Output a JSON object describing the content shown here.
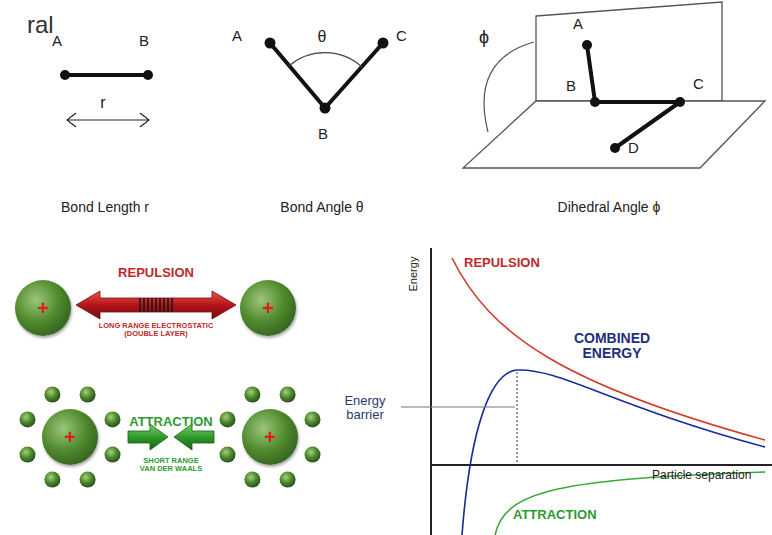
{
  "diagram": {
    "nodes": [
      {
        "text": [
          "+"
        ]
      },
      {
        "text": [
          "+"
        ]
      },
      {
        "text": [
          "+"
        ]
      },
      {
        "text": [
          "+"
        ]
      }
    ],
    "labels": [
      "ral",
      "A",
      "B",
      "r",
      "A",
      "θ",
      "C",
      "B",
      "A",
      "ϕ",
      "B",
      "C",
      "D",
      "Bond Length r",
      "Bond Angle θ",
      "Dihedral Angle ϕ",
      "REPULSION",
      "LONG RANGE ELECTROSTATIC (DOUBLE LAYER)",
      "ATTRACTION",
      "SHORT RANGE VAN DER WAALS",
      "Energy",
      "REPULSION",
      "COMBINED ENERGY",
      "Energy barrier",
      "Particle separation",
      "ATTRACTION"
    ]
  }
}
